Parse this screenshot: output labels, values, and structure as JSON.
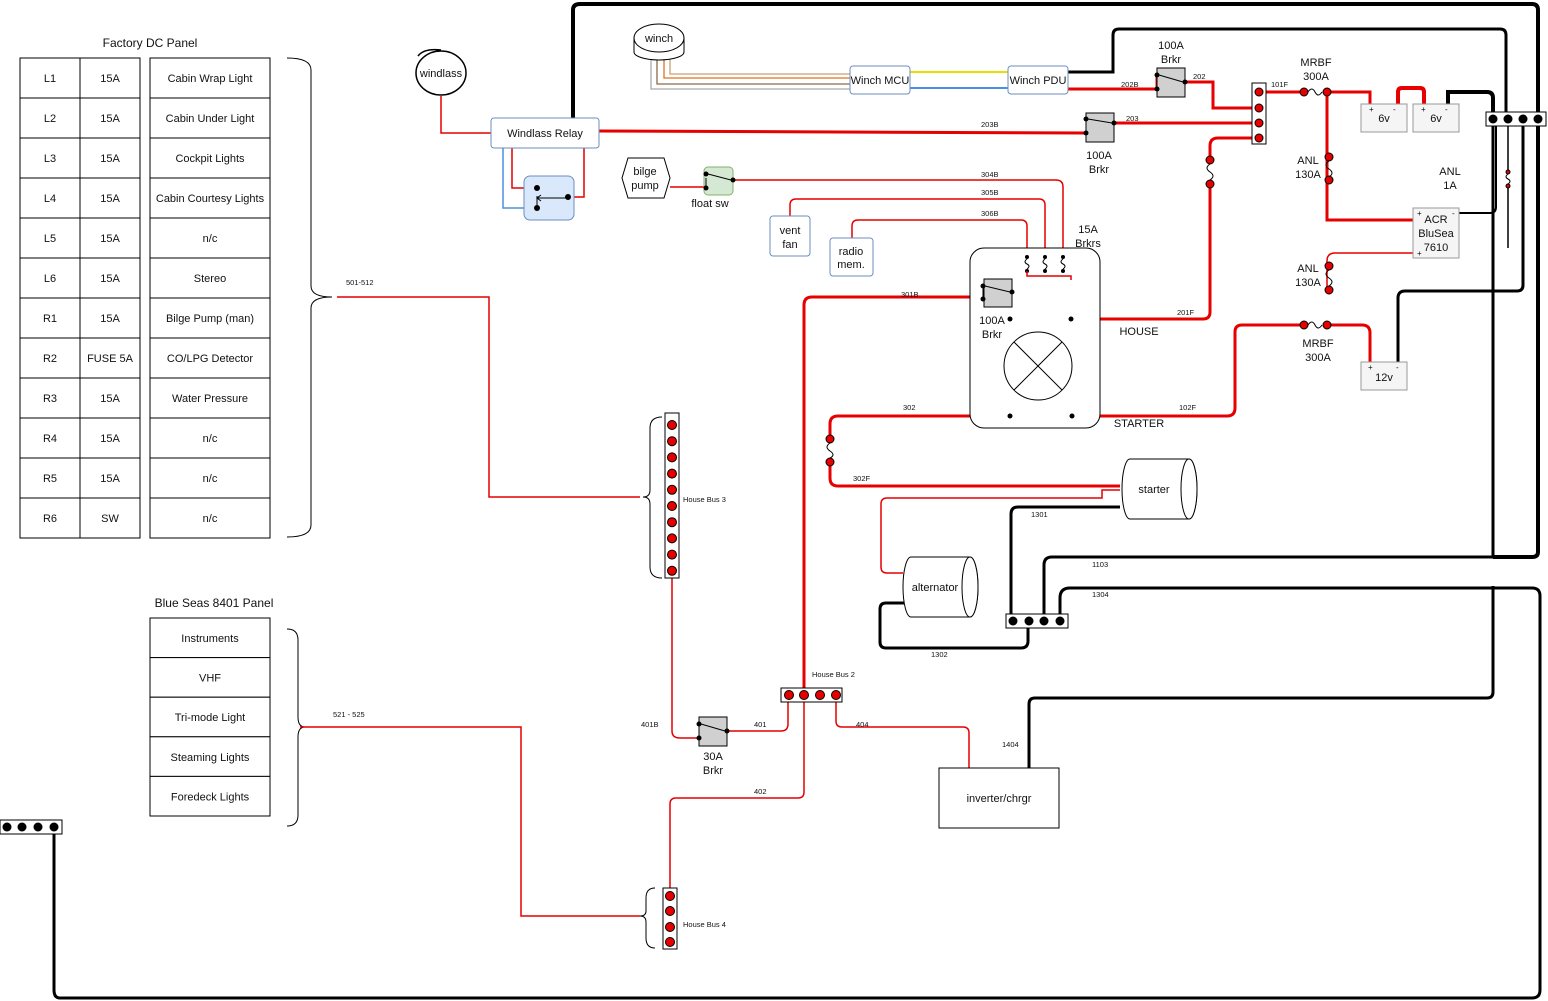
{
  "factory_panel": {
    "title": "Factory DC Panel",
    "rows": [
      {
        "pos": "L1",
        "rating": "15A",
        "circuit": "Cabin Wrap Light"
      },
      {
        "pos": "L2",
        "rating": "15A",
        "circuit": "Cabin Under Light"
      },
      {
        "pos": "L3",
        "rating": "15A",
        "circuit": "Cockpit Lights"
      },
      {
        "pos": "L4",
        "rating": "15A",
        "circuit": "Cabin Courtesy Lights"
      },
      {
        "pos": "L5",
        "rating": "15A",
        "circuit": "n/c"
      },
      {
        "pos": "L6",
        "rating": "15A",
        "circuit": "Stereo"
      },
      {
        "pos": "R1",
        "rating": "15A",
        "circuit": "Bilge Pump (man)"
      },
      {
        "pos": "R2",
        "rating": "FUSE 5A",
        "circuit": "CO/LPG Detector"
      },
      {
        "pos": "R3",
        "rating": "15A",
        "circuit": "Water Pressure"
      },
      {
        "pos": "R4",
        "rating": "15A",
        "circuit": "n/c"
      },
      {
        "pos": "R5",
        "rating": "15A",
        "circuit": "n/c"
      },
      {
        "pos": "R6",
        "rating": "SW",
        "circuit": "n/c"
      }
    ]
  },
  "blue_seas_panel": {
    "title": "Blue Seas 8401 Panel",
    "rows": [
      "Instruments",
      "VHF",
      "Tri-mode Light",
      "Steaming Lights",
      "Foredeck Lights"
    ]
  },
  "components": {
    "windlass": "windlass",
    "winch": "winch",
    "windlass_relay": "Windlass Relay",
    "winch_mcu": "Winch MCU",
    "winch_pdu": "Winch PDU",
    "bilge_pump": [
      "bilge",
      "pump"
    ],
    "float_sw": "float sw",
    "vent_fan": [
      "vent",
      "fan"
    ],
    "radio_mem": [
      "radio",
      "mem."
    ],
    "brkr_100a": [
      "100A",
      "Brkr"
    ],
    "brkrs_15a": [
      "15A",
      "Brkrs"
    ],
    "mrbf_300a": [
      "MRBF",
      "300A"
    ],
    "anl_130a": [
      "ANL",
      "130A"
    ],
    "anl_1a": [
      "ANL",
      "1A"
    ],
    "acr": [
      "ACR",
      "BluSea",
      "7610"
    ],
    "batt_6v": "6v",
    "batt_12v": "12v",
    "house": "HOUSE",
    "starter_label": "STARTER",
    "starter": "starter",
    "alternator": "alternator",
    "inverter": "inverter/chrgr",
    "brkr_30a": [
      "30A",
      "Brkr"
    ],
    "house_bus_2": "House Bus 2",
    "house_bus_3": "House Bus 3",
    "house_bus_4": "House Bus 4"
  },
  "wire_labels": {
    "w501": "501-512",
    "w521": "521 - 525",
    "w202B": "202B",
    "w202": "202",
    "w203B": "203B",
    "w203": "203",
    "w101F": "101F",
    "w304B": "304B",
    "w305B": "305B",
    "w306B": "306B",
    "w301B": "301B",
    "w201F": "201F",
    "w302": "302",
    "w302F": "302F",
    "w102F": "102F",
    "w1301": "1301",
    "w1103": "1103",
    "w1304": "1304",
    "w1302": "1302",
    "w401B": "401B",
    "w401": "401",
    "w404": "404",
    "w402": "402",
    "w1404": "1404"
  },
  "colors": {
    "positive": "#e60000",
    "negative": "#000000",
    "winch_bus": "#4a90e2",
    "relay_fill": "#dae8fc",
    "float_fill": "#d5e8d4"
  }
}
